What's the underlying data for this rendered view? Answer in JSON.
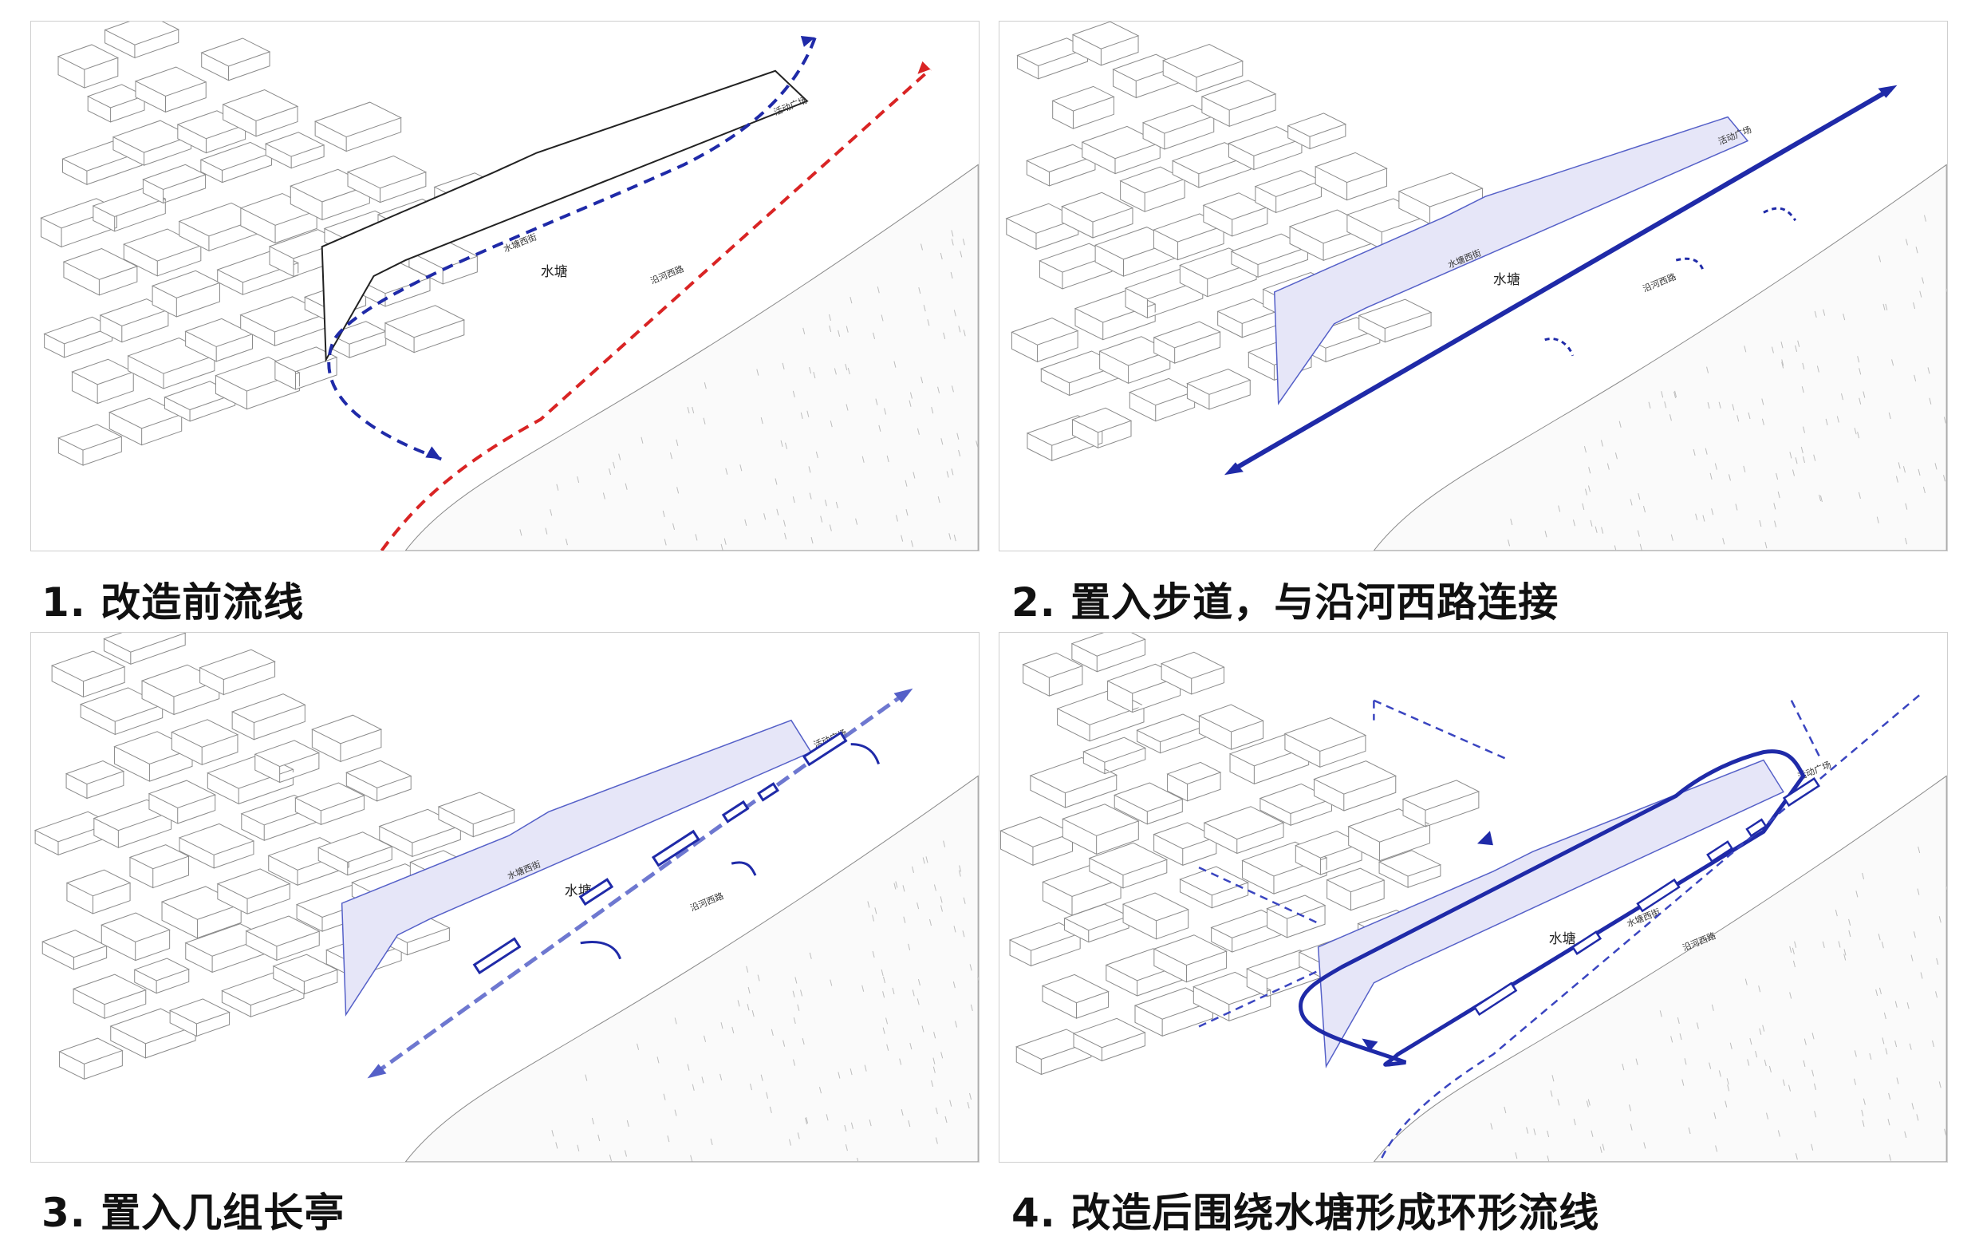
{
  "colors": {
    "route_blue": "#1f2aa8",
    "route_blue_light": "#5560c8",
    "route_red": "#d92424",
    "pond_fill": "#e6e6f8",
    "building_stroke": "#8a8a8a",
    "tree_texture": "#bdbdbd"
  },
  "map_labels": {
    "pond": "水塘",
    "plaza": "活动广场",
    "pond_west_road": "水塘西街",
    "river_west_road": "沿河西路"
  },
  "panels": [
    {
      "caption": "1. 改造前流线"
    },
    {
      "caption": "2. 置入步道，与沿河西路连接"
    },
    {
      "caption": "3. 置入几组长亭"
    },
    {
      "caption": "4. 改造后围绕水塘形成环形流线"
    }
  ]
}
